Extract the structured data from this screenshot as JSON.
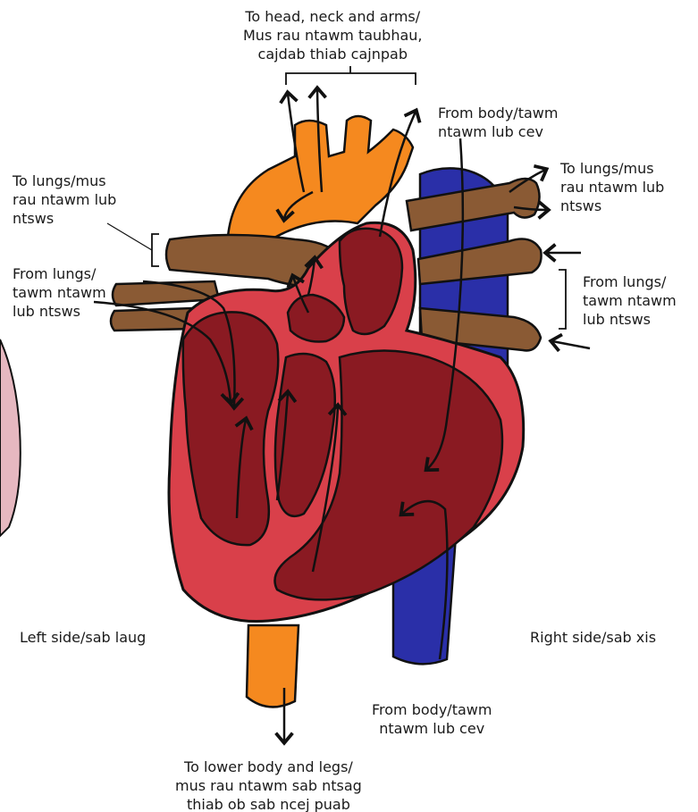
{
  "labels": {
    "top": [
      "To head, neck and arms/",
      "Mus rau ntawm taubhau,",
      "cajdab thiab cajnpab"
    ],
    "from_body_top": [
      "From body/tawm",
      "ntawm lub cev"
    ],
    "to_lungs_left": [
      "To lungs/mus",
      "rau ntawm lub",
      "ntsws"
    ],
    "from_lungs_left": [
      "From lungs/",
      "tawm ntawm",
      "lub ntsws"
    ],
    "to_lungs_right": [
      "To lungs/mus",
      "rau ntawm lub",
      "ntsws"
    ],
    "from_lungs_right": [
      "From lungs/",
      "tawm ntawm",
      "lub ntsws"
    ],
    "left_side": "Left side/sab laug",
    "right_side": "Right side/sab xis",
    "from_body_bottom": [
      "From body/tawm",
      "ntawm lub cev"
    ],
    "bottom": [
      "To lower body and legs/",
      "mus rau ntawm sab ntsag",
      "thiab ob sab ncej puab"
    ]
  },
  "colors": {
    "aorta": "#f5891f",
    "vena_cava": "#2a2fa8",
    "muscle": "#d9404a",
    "chamber": "#8a1a22",
    "pulmonary_vessels": "#8a5a34",
    "outline": "#111111"
  }
}
